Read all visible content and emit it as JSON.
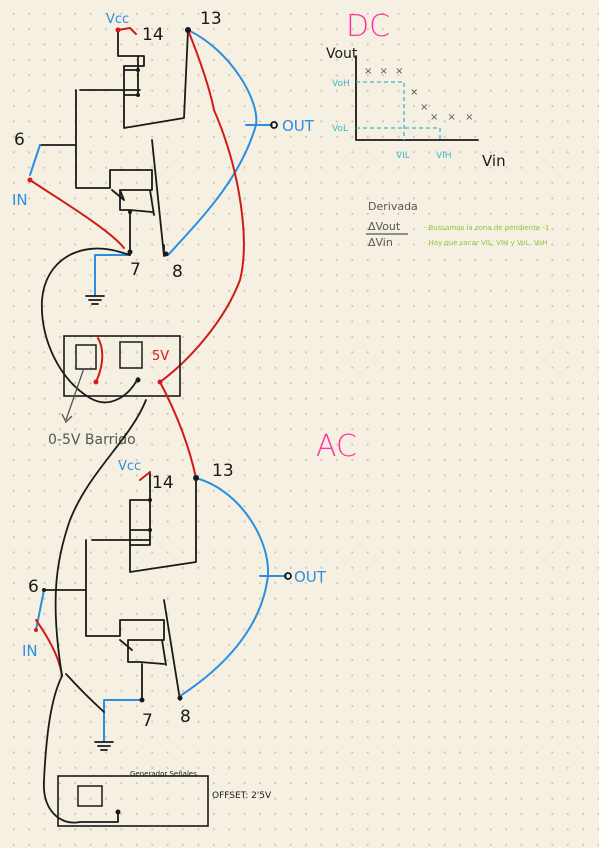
{
  "dc": {
    "title": "DC",
    "vcc_label": "Vcc",
    "pin_14": "14",
    "pin_13": "13",
    "pin_6": "6",
    "pin_7": "7",
    "pin_8": "8",
    "in_label": "IN",
    "out_label": "OUT",
    "graph": {
      "y_axis_label": "Vout",
      "x_axis_label": "Vin",
      "y_tick_high": "VoH",
      "y_tick_low": "VoL",
      "x_tick_low": "VIL",
      "x_tick_high": "VIH"
    },
    "derivative": {
      "title": "Derivada",
      "numerator": "ΔVout",
      "denominator": "ΔVin",
      "note_line1": "· Buscamos la zona de pendiente -1",
      "note_line2": "· Hay que sacar VIL, VIH y VoL, VoH"
    }
  },
  "supply": {
    "voltage_label": "5V",
    "sweep_label": "0-5V Barrido"
  },
  "ac": {
    "title": "AC",
    "vcc_label": "Vcc",
    "pin_14": "14",
    "pin_13": "13",
    "pin_6": "6",
    "pin_7": "7",
    "pin_8": "8",
    "in_label": "IN",
    "out_label": "OUT",
    "generator_label": "Generador Señales",
    "offset_label": "OFFSET: 2'5V"
  },
  "colors": {
    "background": "#f5f0e1",
    "title_pink": "#ff2fa0",
    "wire_blue": "#2a8fe0",
    "wire_red": "#d11b1b",
    "ink": "#1a1a1a",
    "graph_cyan": "#3bb8c8",
    "note_green": "#8cc63f"
  }
}
